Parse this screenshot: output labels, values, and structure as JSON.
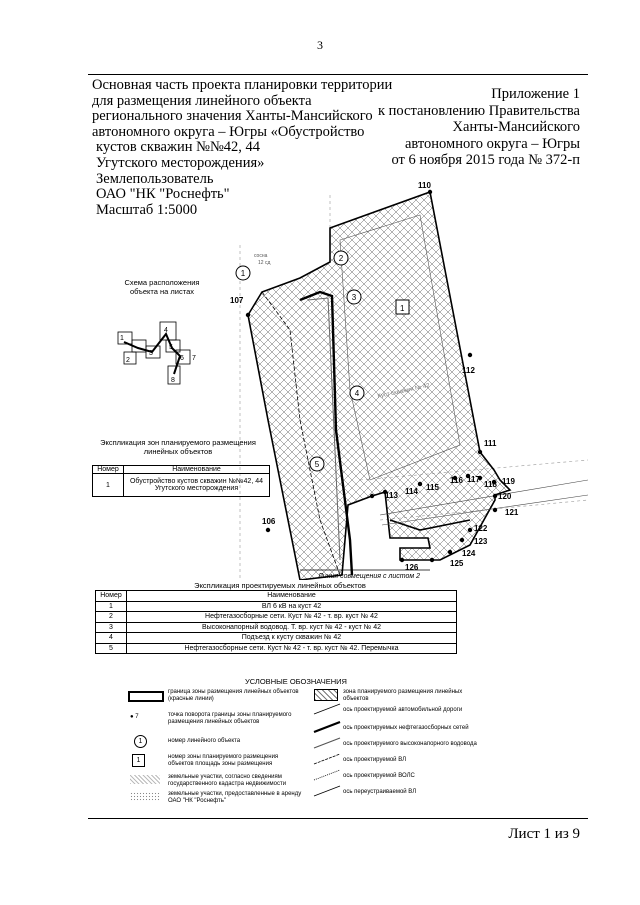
{
  "page_number": "3",
  "title_lines": [
    "Основная часть проекта планировки территории",
    "для размещения линейного объекта",
    "регионального значения Ханты-Мансийского",
    "автономного округа – Югры «Обустройство",
    "кустов скважин №№42, 44",
    "Угутского месторождения»",
    "Землепользователь",
    "ОАО \"НК \"Роснефть\"",
    "Масштаб 1:5000"
  ],
  "appendix_lines": [
    "Приложение 1",
    "к постановлению Правительства",
    "Ханты-Мансийского",
    "автономного округа – Югры",
    "от 6 ноября 2015 года № 372-п"
  ],
  "scheme_caption": "Схема расположения объекта на листах",
  "zones_table": {
    "caption": "Экспликация зон планируемого размещения линейных объектов",
    "headers": [
      "Номер",
      "Наименование"
    ],
    "rows": [
      [
        "1",
        "Обустройство кустов скважин №№42, 44 Угутского месторождения"
      ]
    ]
  },
  "objects_table": {
    "caption": "Экспликация проектируемых линейных объектов",
    "headers": [
      "Номер",
      "Наименование"
    ],
    "rows": [
      [
        "1",
        "ВЛ 6 кВ на куст 42"
      ],
      [
        "2",
        "Нефтегазосборные сети. Куст № 42 - т. вр. куст № 42"
      ],
      [
        "3",
        "Высоконапорный водовод. Т. вр. куст № 42 - куст № 42"
      ],
      [
        "4",
        "Подъезд к кусту скважин № 42"
      ],
      [
        "5",
        "Нефтегазосборные сети. Куст № 42 - т. вр. куст № 42. Перемычка"
      ]
    ]
  },
  "map": {
    "point_labels": [
      "110",
      "107",
      "106",
      "111",
      "112",
      "113",
      "114",
      "115",
      "116",
      "117",
      "118",
      "119",
      "120",
      "121",
      "122",
      "123",
      "124",
      "125",
      "126"
    ],
    "object_numbers": [
      "1",
      "2",
      "3",
      "4",
      "5"
    ],
    "zone_number": "1",
    "cluster_label": "Куст скважин № 42",
    "match_line": "Линия совмещения с листом 2",
    "small_labels": [
      "сосна",
      "12 сд"
    ]
  },
  "scheme_numbers": [
    "1",
    "2",
    "3",
    "4",
    "5",
    "6",
    "7",
    "8"
  ],
  "legend": {
    "title": "УСЛОВНЫЕ ОБОЗНАЧЕНИЯ",
    "left": [
      "граница зоны размещения линейных объектов (красные линии)",
      "точка поворота границы зоны планируемого размещения линейных объектов",
      "номер линейного объекта",
      "номер зоны планируемого размещения объектов площадь зоны размещения",
      "земельные участки, согласно сведениям государственного кадастра недвижимости",
      "земельные участки, предоставленные в аренду ОАО \"НК \"Роснефть\""
    ],
    "point_sample": "7",
    "number_sample": "1",
    "zone_sample": "1",
    "right": [
      "зона планируемого размещения линейных объектов",
      "ось проектируемой автомобильной дороги",
      "ось проектируемых нефтегазосборных сетей",
      "ось проектируемого высоконапорного водовода",
      "ось проектируемой ВЛ",
      "ось проектируемой ВОЛС",
      "ось переустраиваемой ВЛ"
    ]
  },
  "sheet": "Лист 1 из 9"
}
